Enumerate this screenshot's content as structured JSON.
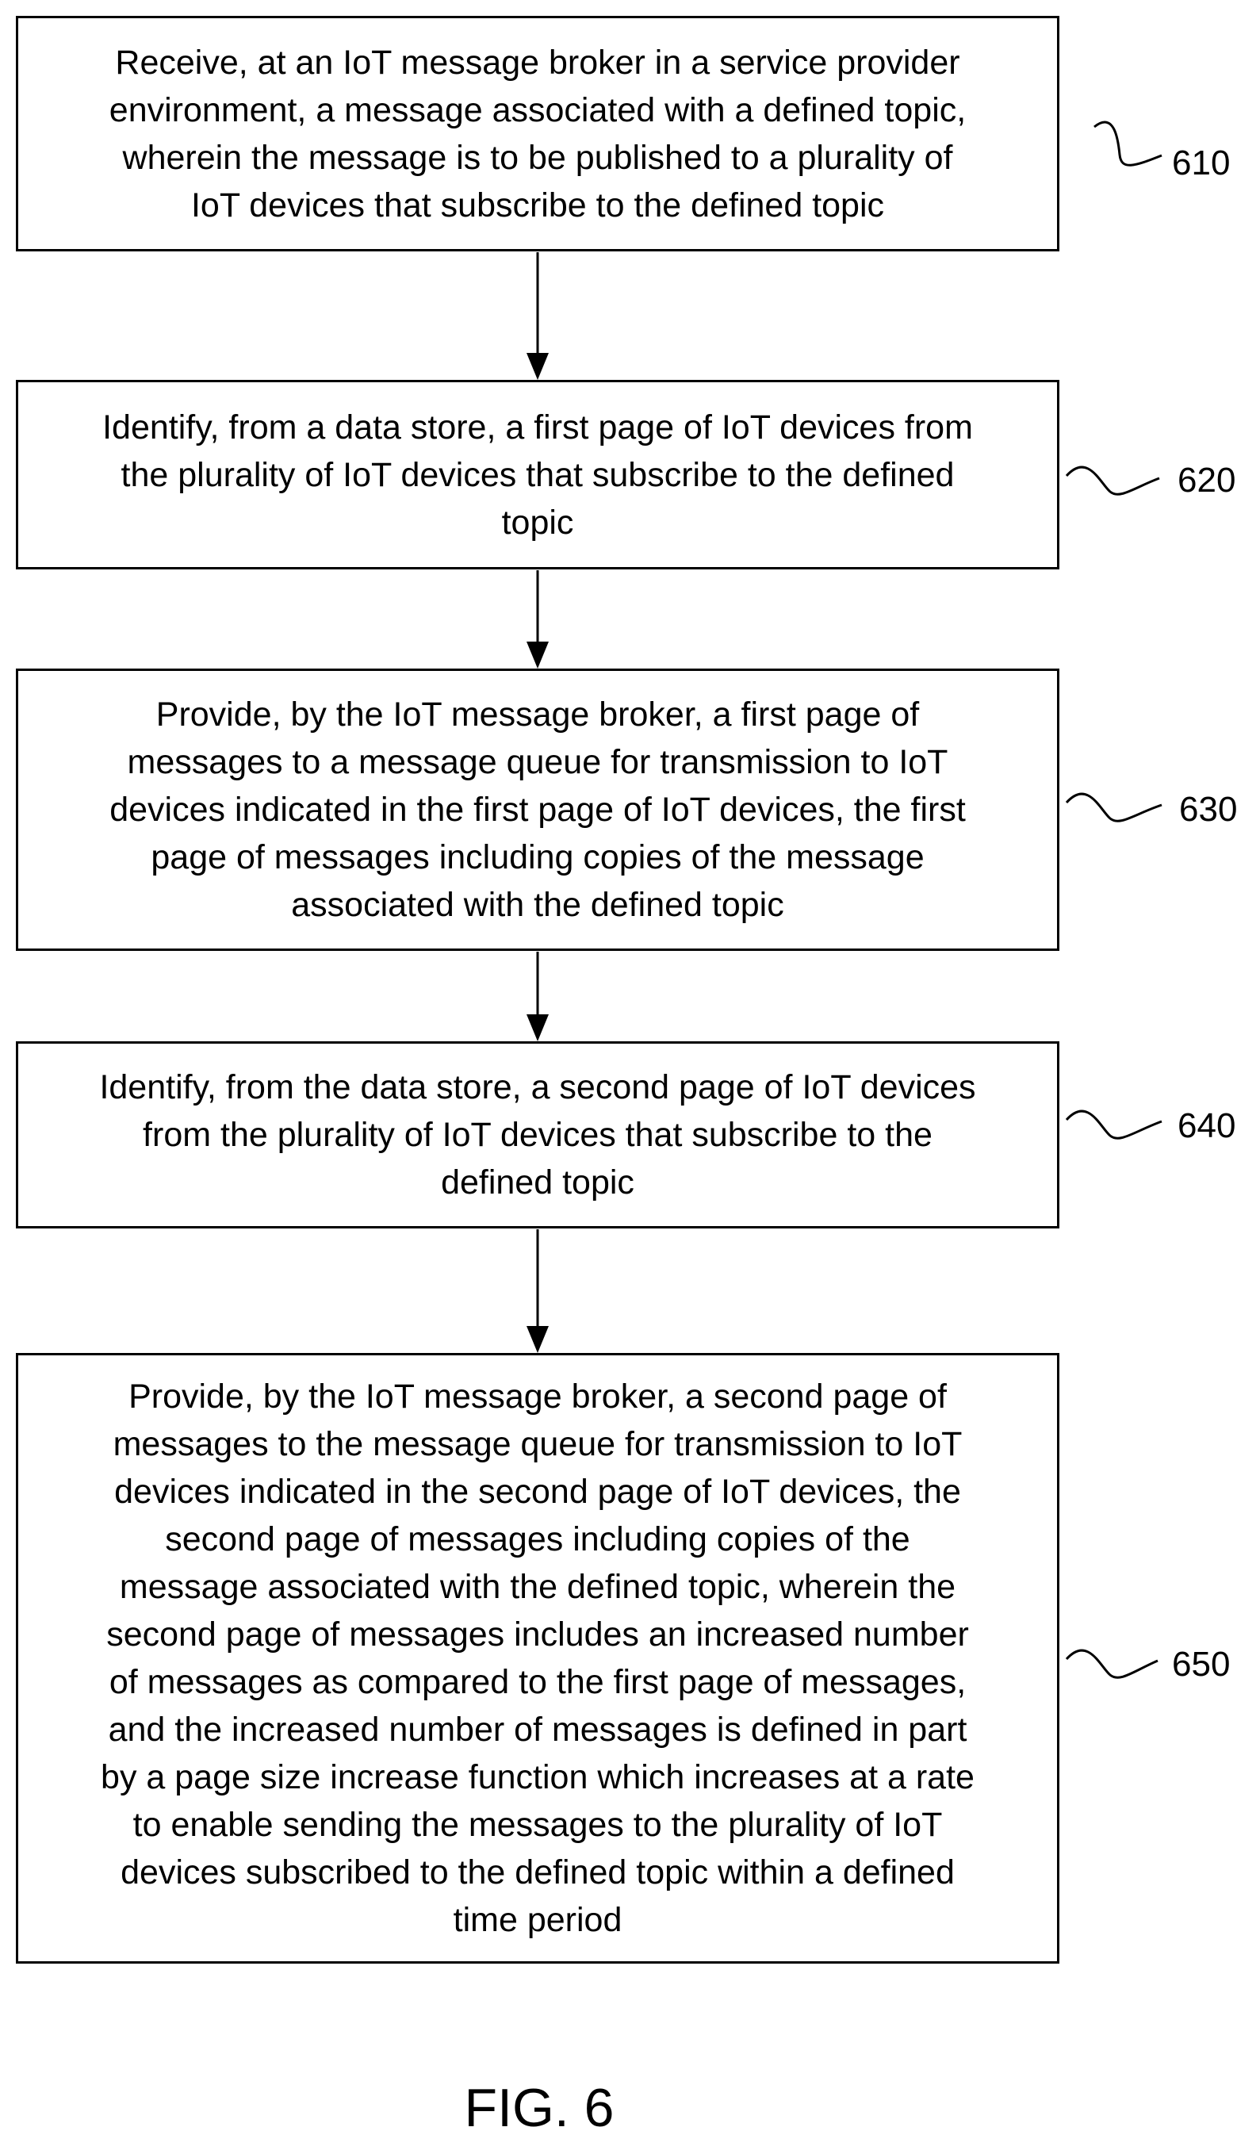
{
  "figure_label": "FIG. 6",
  "steps": [
    {
      "ref": "610",
      "text": "Receive, at an IoT message broker in a service provider\nenvironment, a message associated with a defined topic,\nwherein the message is to be published to a plurality of\nIoT devices that subscribe to the defined topic"
    },
    {
      "ref": "620",
      "text": "Identify, from a data store, a first page of IoT devices from\nthe plurality of IoT devices that subscribe to the defined\ntopic"
    },
    {
      "ref": "630",
      "text": "Provide, by the IoT message broker, a first page of\nmessages to a message queue for transmission to IoT\ndevices indicated in the first page of IoT devices, the first\npage of messages including copies of the message\nassociated with the defined topic"
    },
    {
      "ref": "640",
      "text": "Identify, from the data store, a second page of IoT devices\nfrom the plurality of IoT devices that subscribe to the\ndefined topic"
    },
    {
      "ref": "650",
      "text": "Provide, by the IoT message broker, a second page of\nmessages to the message queue for transmission to IoT\ndevices indicated in the second page of IoT devices, the\nsecond page of messages including copies of the\nmessage associated with the defined topic, wherein the\nsecond page of messages includes an increased number\nof messages as compared to the first page of messages,\nand the increased number of messages is defined in part\nby a page size increase function which increases at a rate\nto enable sending the messages to the plurality of IoT\ndevices subscribed to the defined topic within a defined\ntime period"
    }
  ]
}
